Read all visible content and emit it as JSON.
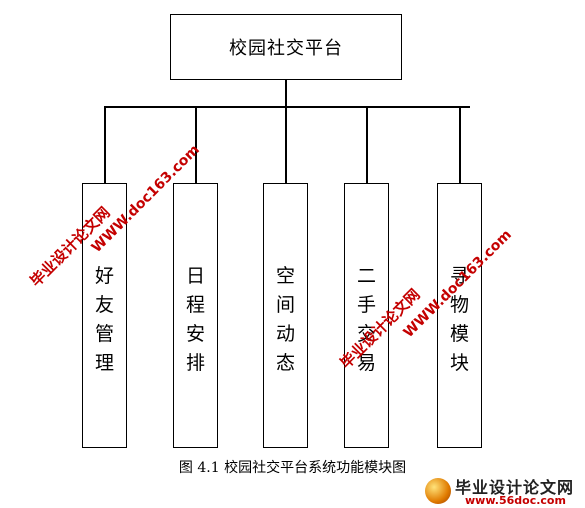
{
  "diagram": {
    "root": "校园社交平台",
    "modules": [
      "好友管理",
      "日程安排",
      "空间动态",
      "二手交易",
      "寻物模块"
    ],
    "caption": "图 4.1 校园社交平台系统功能模块图"
  },
  "watermarks": {
    "cn": "毕业设计论文网",
    "url": "WWW.doc163.com",
    "site_url": "www.56doc.com"
  },
  "colors": {
    "watermark": "#c40000",
    "line": "#000000"
  }
}
